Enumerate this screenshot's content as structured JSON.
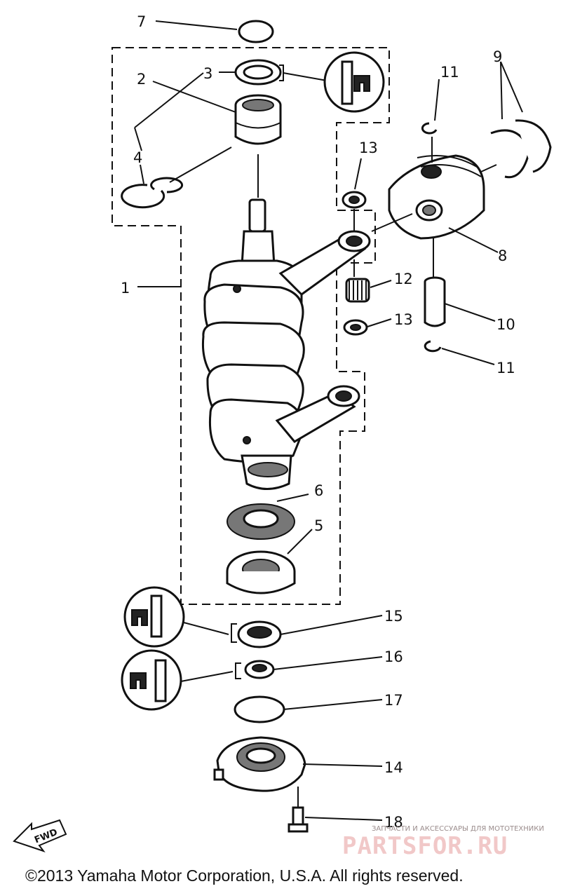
{
  "callouts": {
    "n1": "1",
    "n2": "2",
    "n3": "3",
    "n4": "4",
    "n5": "5",
    "n6": "6",
    "n7": "7",
    "n8": "8",
    "n9": "9",
    "n10": "10",
    "n11a": "11",
    "n11b": "11",
    "n12": "12",
    "n13a": "13",
    "n13b": "13",
    "n14": "14",
    "n15": "15",
    "n16": "16",
    "n17": "17",
    "n18": "18"
  },
  "fwd_label": "FWD",
  "watermark": {
    "top_line": "ЗАПЧАСТИ И АКСЕССУАРЫ ДЛЯ МОТОТЕХНИКИ",
    "brand": "PARTSFOR.RU"
  },
  "copyright": "©2013 Yamaha Motor Corporation, U.S.A. All rights reserved.",
  "colors": {
    "ink": "#111111",
    "watermark": "#f1c8c8"
  }
}
